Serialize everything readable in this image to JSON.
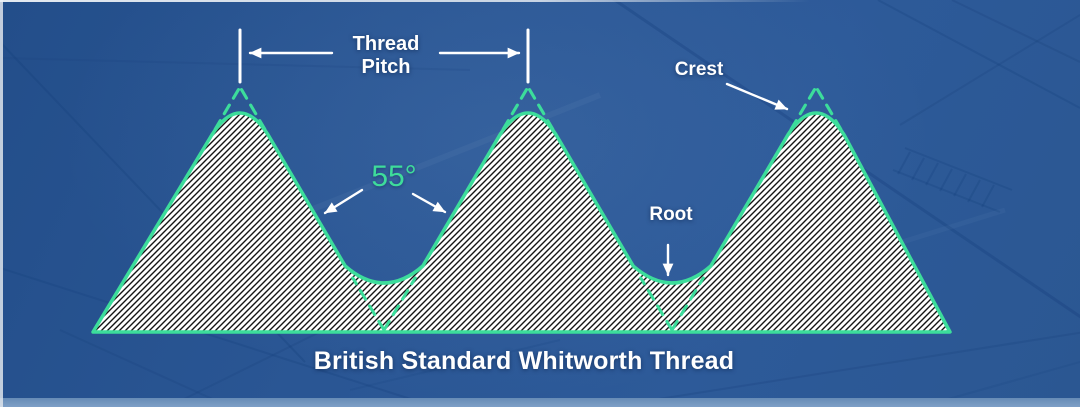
{
  "title": "British Standard Whitworth Thread",
  "labels": {
    "thread_pitch": [
      "Thread",
      "Pitch"
    ],
    "crest": "Crest",
    "root": "Root",
    "angle": "55°"
  },
  "annotations": {
    "thread_angle_degrees": 55,
    "num_thread_peaks": 3,
    "num_root_valleys": 2,
    "profile_features": [
      "rounded crest",
      "rounded root",
      "dashed theoretical sharp V profile",
      "diagonal hatched section fill"
    ]
  },
  "icons": {
    "dimension_arrow_left": "arrow-left-icon",
    "dimension_arrow_right": "arrow-right-icon",
    "crest_pointer": "arrow-down-right-icon",
    "root_pointer": "arrow-down-icon",
    "angle_pointer_left": "arrow-down-left-icon",
    "angle_pointer_right": "arrow-down-right-icon"
  },
  "colors": {
    "profile_outline_green": "#3cdd9b",
    "angle_text_green": "#3edc9b",
    "label_text": "#ffffff",
    "background_blue": "#2a5694",
    "blueprint_line_blue": "#16407d",
    "bottom_strip_blue": "#7e9fc7",
    "hatch_fill": "#ffffff",
    "hatch_line": "#141414"
  }
}
